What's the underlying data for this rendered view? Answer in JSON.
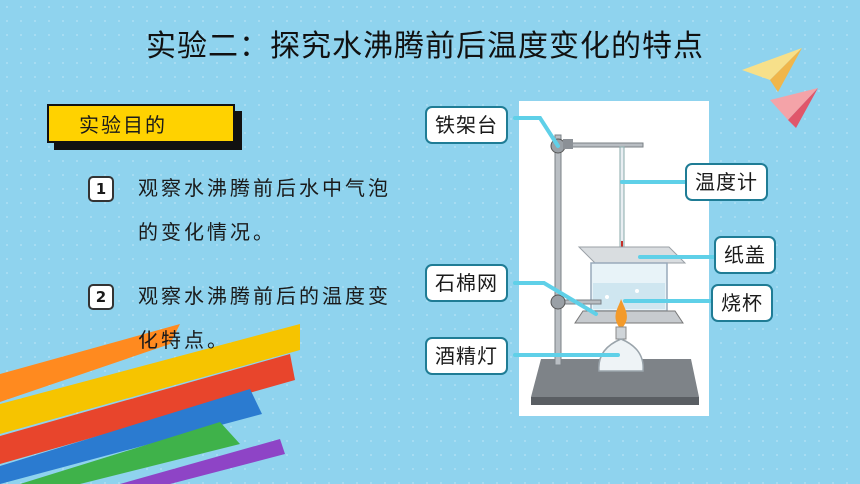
{
  "title": "实验二：探究水沸腾前后温度变化的特点",
  "goal_tag": "实验目的",
  "objectives": [
    {
      "number": "1",
      "text": "观察水沸腾前后水中气泡的变化情况。"
    },
    {
      "number": "2",
      "text": "观察水沸腾前后的温度变化特点。"
    }
  ],
  "diagram_labels": {
    "stand": "铁架台",
    "thermometer": "温度计",
    "lid": "纸盖",
    "gauze": "石棉网",
    "beaker": "烧杯",
    "lamp": "酒精灯"
  },
  "colors": {
    "background": "#8fd3ee",
    "tag_fill": "#ffd200",
    "leader_line": "#5fd0e8",
    "label_border": "#1f7c95"
  }
}
